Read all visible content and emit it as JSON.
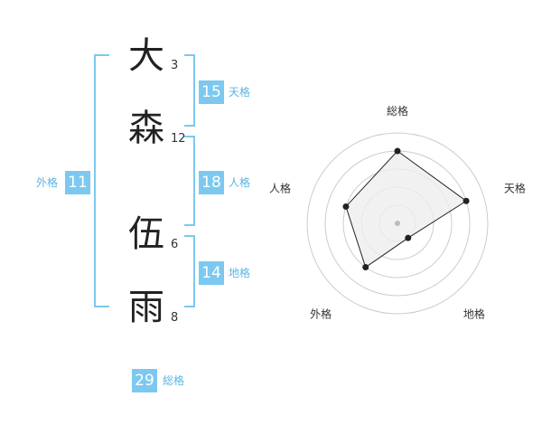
{
  "name": {
    "chars": [
      {
        "char": "大",
        "strokes": "3"
      },
      {
        "char": "森",
        "strokes": "12"
      },
      {
        "char": "伍",
        "strokes": "6"
      },
      {
        "char": "雨",
        "strokes": "8"
      }
    ]
  },
  "scores": {
    "tenkaku": {
      "value": "15",
      "label": "天格"
    },
    "jinkaku": {
      "value": "18",
      "label": "人格"
    },
    "chikaku": {
      "value": "14",
      "label": "地格"
    },
    "gaikaku": {
      "value": "11",
      "label": "外格"
    },
    "soukaku": {
      "value": "29",
      "label": "総格"
    }
  },
  "radar": {
    "axes": [
      "総格",
      "天格",
      "地格",
      "外格",
      "人格"
    ],
    "levels": [
      4,
      4,
      1,
      3,
      3
    ],
    "max_level": 5,
    "colors": {
      "ring": "#cccccc",
      "fill": "#eeeeee",
      "line": "#222222",
      "center": "#bbbbbb"
    }
  },
  "accent_color": "#7cc8f0"
}
